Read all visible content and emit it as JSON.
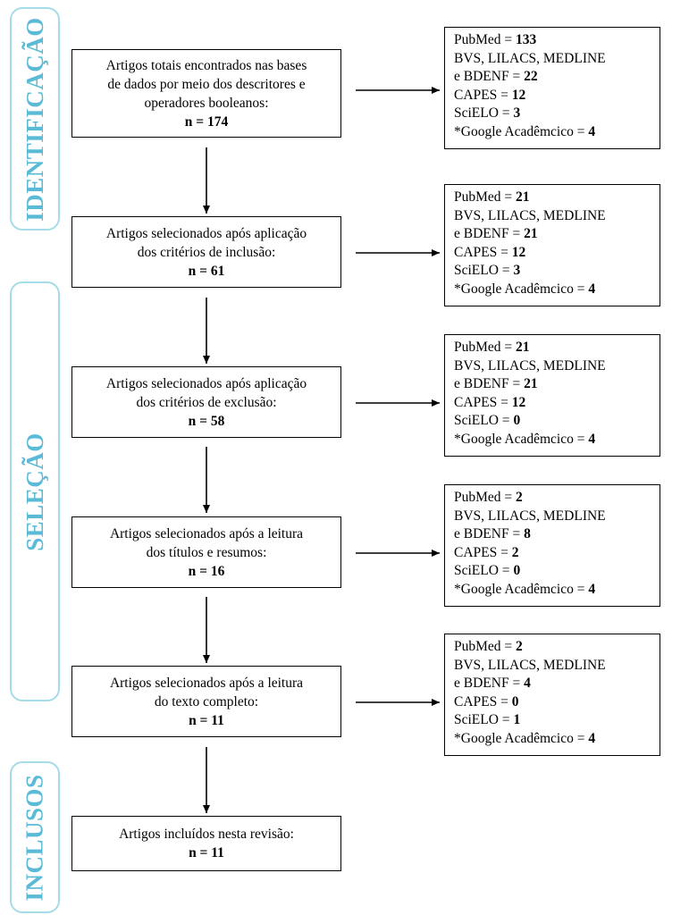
{
  "phases": {
    "identificacao": "IDENTIFICAÇÃO",
    "selecao": "SELEÇÃO",
    "inclusos": "INCLUSOS"
  },
  "steps": [
    {
      "text": [
        "Artigos totais encontrados nas bases",
        "de dados por meio dos descritores e",
        "operadores booleanos:"
      ],
      "n": "n = 174",
      "sources": [
        {
          "label": "PubMed = ",
          "value": "133"
        },
        {
          "label": "BVS, LILACS, MEDLINE",
          "value": ""
        },
        {
          "label": "e BDENF = ",
          "value": "22"
        },
        {
          "label": "CAPES = ",
          "value": "12"
        },
        {
          "label": "SciELO = ",
          "value": "3"
        },
        {
          "label": "*Google Acadêmcico = ",
          "value": "4"
        }
      ]
    },
    {
      "text": [
        "Artigos selecionados após aplicação",
        "dos critérios de inclusão:"
      ],
      "n": "n = 61",
      "sources": [
        {
          "label": "PubMed = ",
          "value": "21"
        },
        {
          "label": "BVS, LILACS, MEDLINE",
          "value": ""
        },
        {
          "label": "e BDENF = ",
          "value": "21"
        },
        {
          "label": "CAPES = ",
          "value": "12"
        },
        {
          "label": "SciELO = ",
          "value": "3"
        },
        {
          "label": "*Google Acadêmcico = ",
          "value": "4"
        }
      ]
    },
    {
      "text": [
        "Artigos selecionados após aplicação",
        "dos critérios de exclusão:"
      ],
      "n": "n = 58",
      "sources": [
        {
          "label": "PubMed = ",
          "value": "21"
        },
        {
          "label": "BVS, LILACS, MEDLINE",
          "value": ""
        },
        {
          "label": "e BDENF = ",
          "value": "21"
        },
        {
          "label": "CAPES = ",
          "value": "12"
        },
        {
          "label": "SciELO = ",
          "value": "0"
        },
        {
          "label": "*Google Acadêmcico = ",
          "value": "4"
        }
      ]
    },
    {
      "text": [
        "Artigos selecionados após a leitura",
        "dos títulos e resumos:"
      ],
      "n": "n = 16",
      "sources": [
        {
          "label": "PubMed = ",
          "value": "2"
        },
        {
          "label": "BVS, LILACS, MEDLINE",
          "value": ""
        },
        {
          "label": "e BDENF = ",
          "value": "8"
        },
        {
          "label": "CAPES = ",
          "value": "2"
        },
        {
          "label": "SciELO = ",
          "value": "0"
        },
        {
          "label": "*Google Acadêmcico = ",
          "value": "4"
        }
      ]
    },
    {
      "text": [
        "Artigos selecionados após a leitura",
        "do texto completo:"
      ],
      "n": "n = 11",
      "sources": [
        {
          "label": "PubMed = ",
          "value": "2"
        },
        {
          "label": "BVS, LILACS, MEDLINE",
          "value": ""
        },
        {
          "label": "e BDENF = ",
          "value": "4"
        },
        {
          "label": "CAPES = ",
          "value": "0"
        },
        {
          "label": "SciELO = ",
          "value": "1"
        },
        {
          "label": "*Google Acadêmcico = ",
          "value": "4"
        }
      ]
    },
    {
      "text": [
        "Artigos incluídos nesta revisão:"
      ],
      "n": "n = 11",
      "sources": []
    }
  ]
}
